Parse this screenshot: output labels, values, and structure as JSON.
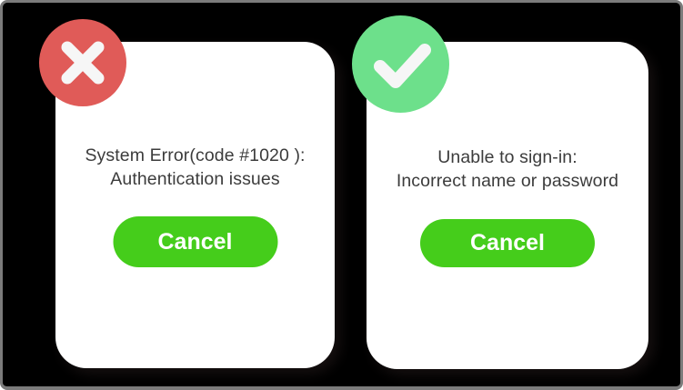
{
  "dialogs": [
    {
      "status": "error",
      "icon": "x-circle-icon",
      "icon_bg": "#E05B58",
      "message_line1": "System Error(code #1020 ):",
      "message_line2": "Authentication issues",
      "cancel_label": "Cancel"
    },
    {
      "status": "success",
      "icon": "check-circle-icon",
      "icon_bg": "#6DE08B",
      "message_line1": "Unable to sign-in:",
      "message_line2": "Incorrect name or password",
      "cancel_label": "Cancel"
    }
  ],
  "colors": {
    "background": "#000000",
    "frame_border": "#7B7B7B",
    "card_background": "#FFFFFF",
    "button_green": "#45CD1B",
    "button_text": "#FFFFFF",
    "message_text": "#3C3C3C",
    "error_red": "#E05B58",
    "success_green": "#6DE08B",
    "icon_glyph": "#F6F6F6"
  }
}
